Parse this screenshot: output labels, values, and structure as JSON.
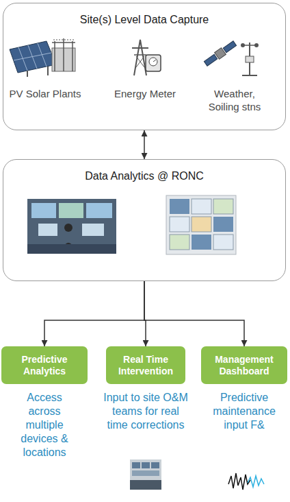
{
  "diagram": {
    "nodes": [
      {
        "text": [
          "Site(s) Level Data Capture"
        ]
      },
      {
        "text": [
          "Data Analytics @ RONC"
        ]
      },
      {
        "text": [
          "Predictive Analytics",
          "Access across multiple devices & locations"
        ]
      },
      {
        "text": [
          "Real Time Intervention",
          "Input to site O&M teams for real time corrections"
        ]
      },
      {
        "text": [
          "Management Dashboard",
          "Predictive maintenance input F&"
        ]
      }
    ],
    "edges": [
      {
        "from": 0,
        "to": 1,
        "arrow": "both"
      },
      {
        "from": 1,
        "to": 2,
        "arrow": "to"
      },
      {
        "from": 1,
        "to": 3,
        "arrow": "to"
      },
      {
        "from": 1,
        "to": 4,
        "arrow": "to"
      }
    ],
    "labels": [
      "PV Solar Plants",
      "Energy Meter",
      "Weather, Soiling stns"
    ]
  }
}
